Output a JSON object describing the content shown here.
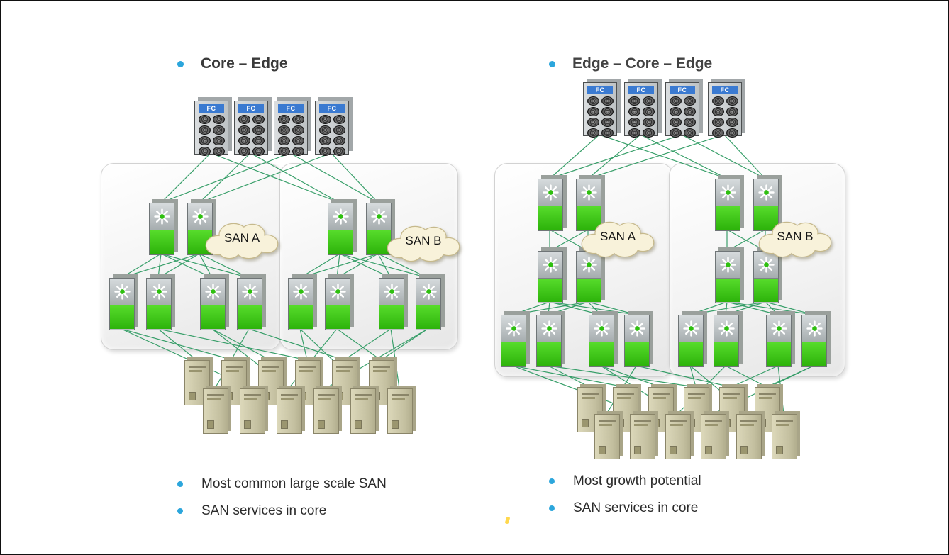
{
  "slide": {
    "background": "#ffffff",
    "frame_color": "#111111"
  },
  "colors": {
    "bullet_blue": "#2ca6dc",
    "wire_green": "#2f9b63",
    "switch_green": "#3ecb17",
    "cloud_fill": "#f8f2da",
    "storage_header_blue": "#3a7ad1",
    "server_beige": "#c4c0a0"
  },
  "labels": {
    "fc": "FC"
  },
  "left_diagram": {
    "title": "Core – Edge",
    "san_a": "SAN A",
    "san_b": "SAN B",
    "bullets": [
      "Most common large scale SAN",
      "SAN services in core"
    ]
  },
  "right_diagram": {
    "title": "Edge – Core – Edge",
    "san_a": "SAN A",
    "san_b": "SAN B",
    "bullets": [
      "Most growth potential",
      "SAN services in core"
    ]
  }
}
